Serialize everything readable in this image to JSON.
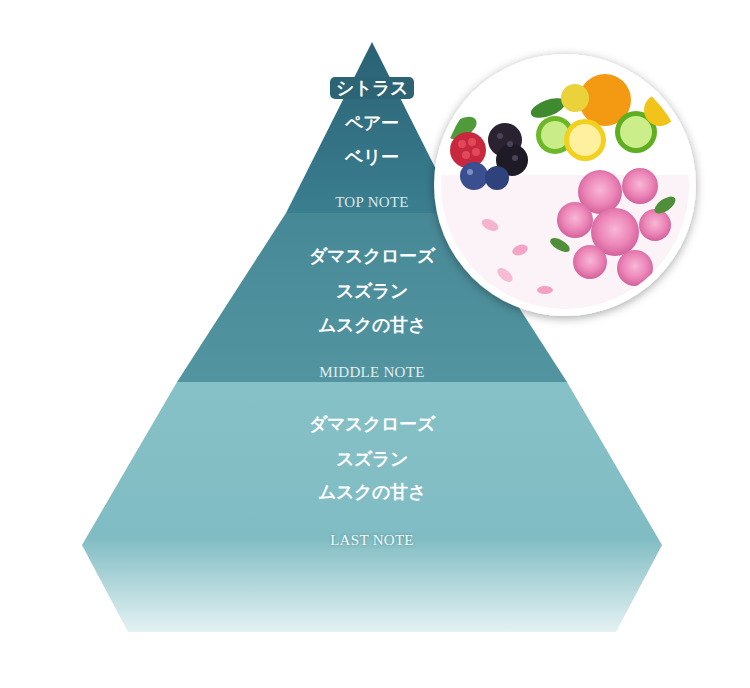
{
  "diagram": {
    "nodes": [
      {
        "text": [
          "シトラス",
          "ペアー",
          "ベリー",
          "TOP NOTE"
        ]
      },
      {
        "text": [
          "ダマスクローズ",
          "スズラン",
          "ムスクの甘さ",
          "MIDDLE NOTE"
        ]
      },
      {
        "text": [
          "ダマスクローズ",
          "スズラン",
          "ムスクの甘さ",
          "LAST NOTE"
        ]
      }
    ]
  }
}
